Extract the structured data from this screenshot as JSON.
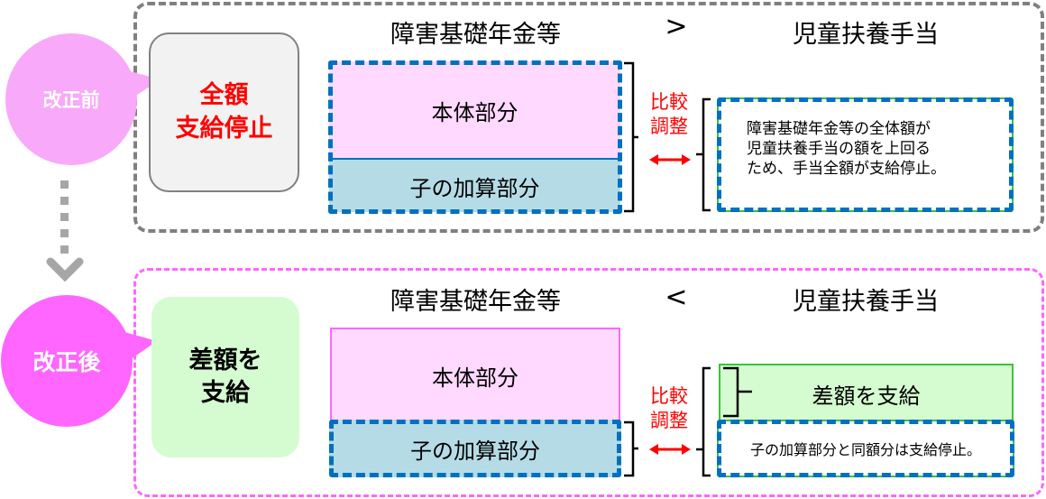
{
  "before": {
    "badge": "改正前",
    "result_lines": [
      "全額",
      "支給停止"
    ],
    "left_heading": "障害基礎年金等",
    "comparison": ">",
    "right_heading": "児童扶養手当",
    "main_part": "本体部分",
    "child_part": "子の加算部分",
    "adjust_label_lines": [
      "比較",
      "調整"
    ],
    "note_lines": [
      "障害基礎年金等の全体額が",
      "児童扶養手当の額を上回る",
      "ため、手当全額が支給停止。"
    ]
  },
  "after": {
    "badge": "改正後",
    "result_lines": [
      "差額を",
      "支給"
    ],
    "left_heading": "障害基礎年金等",
    "comparison": "<",
    "right_heading": "児童扶養手当",
    "main_part": "本体部分",
    "child_part": "子の加算部分",
    "adjust_label_lines": [
      "比較",
      "調整"
    ],
    "paid_part": "差額を支給",
    "stopped_note": "子の加算部分と同額分は支給停止。"
  },
  "colors": {
    "before_badge": "#f9a9f9",
    "after_badge": "#ff66ff",
    "stop_text": "#ff0000",
    "dash_blue": "#0070c0",
    "main_part_fill": "#ffd9ff",
    "child_part_fill": "#b5dce6",
    "paid_fill": "#d4fcd0"
  }
}
